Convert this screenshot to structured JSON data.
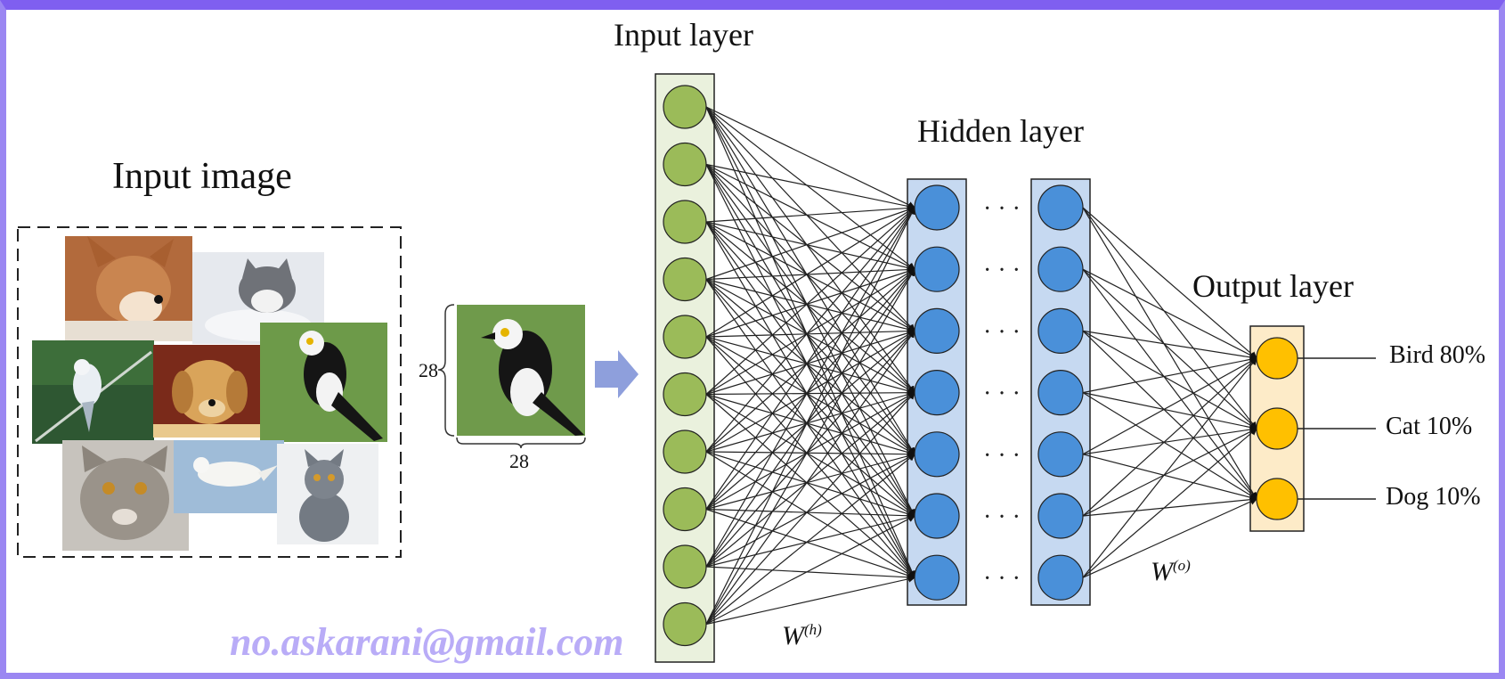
{
  "input_image": {
    "title": "Input image",
    "thumbnails": [
      "corgi",
      "gray-white-cat",
      "white-bird-on-branch",
      "golden-retriever",
      "magpie-bird",
      "tabby-kitten",
      "white-dove",
      "gray-kitten"
    ]
  },
  "sample": {
    "height_label": "28",
    "width_label": "28"
  },
  "layers": {
    "input": {
      "title": "Input layer",
      "nodes": 10,
      "color": "#9bbb59",
      "fill": "#eaf1dd"
    },
    "hidden": {
      "title": "Hidden layer",
      "nodes": 7,
      "columns": 2,
      "color": "#4a90d9",
      "fill": "#c6d9f1",
      "ellipsis": "· · ·"
    },
    "output": {
      "title": "Output layer",
      "color": "#ffc000",
      "fill": "#fdebc8",
      "classes": [
        "Bird 80%",
        "Cat 10%",
        "Dog 10%"
      ]
    }
  },
  "weights": {
    "hidden_symbol": "W",
    "hidden_superscript": "(h)",
    "output_symbol": "W",
    "output_superscript": "(o)"
  },
  "watermark": "no.askarani@gmail.com",
  "colors": {
    "frame": "#9b87f2",
    "arrow": "#8e9fdc",
    "watermark": "#b9acf7"
  }
}
